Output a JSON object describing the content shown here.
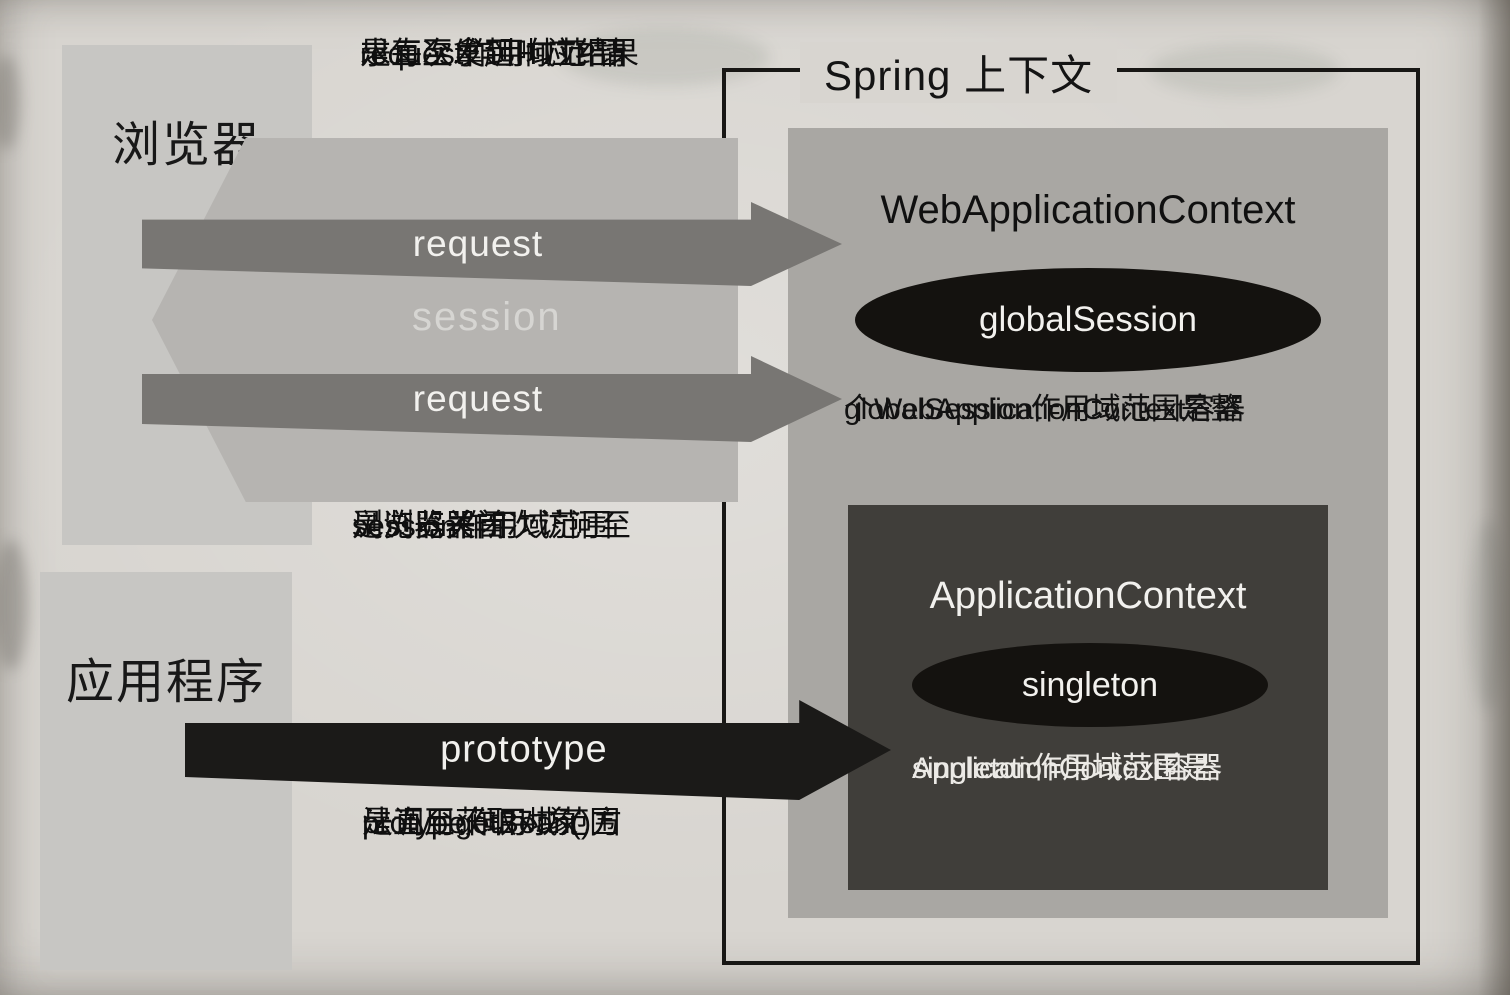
{
  "colors": {
    "page-bg": "#d8d5d0",
    "panel-gray": "#c7c6c3",
    "big-arrow": "#b6b4b1",
    "request-arrow": "#787673",
    "session-text": "#d6d5d2",
    "prototype-arrow": "#1b1a18",
    "spring-border": "#181715",
    "web-context-bg": "#a9a7a3",
    "app-context-bg": "#403e3a",
    "ellipse-bg": "#14120f",
    "ink": "#121212",
    "ink-light": "#f2f1ee"
  },
  "browser_box": {
    "label": "浏览器"
  },
  "app_box": {
    "label": "应用程序"
  },
  "spring_box": {
    "title": "Spring 上下文"
  },
  "web_context": {
    "title": "WebApplicationContext",
    "scope_label": "globalSession",
    "note": [
      "globalSession作用域范围是整",
      "个WebApplicationContext容器"
    ]
  },
  "app_context": {
    "title": "ApplicationContext",
    "scope_label": "singleton",
    "note": [
      "singleton作用域范围是",
      "ApplicationContext容器"
    ]
  },
  "arrows": {
    "request_top": "request",
    "session": "session",
    "request_bottom": "request",
    "prototype": "prototype"
  },
  "annotations": {
    "request_scope": [
      "request作用域范围",
      "是每次发起HTTP请",
      "求直至拿到响应结果"
    ],
    "session_scope": [
      "session作用域范围",
      "是浏览器首次访问至",
      "浏览器关闭"
    ],
    "prototype_scope": [
      "protype作用域范围",
      "是调用getBean()方",
      "法直至获取对象"
    ]
  }
}
